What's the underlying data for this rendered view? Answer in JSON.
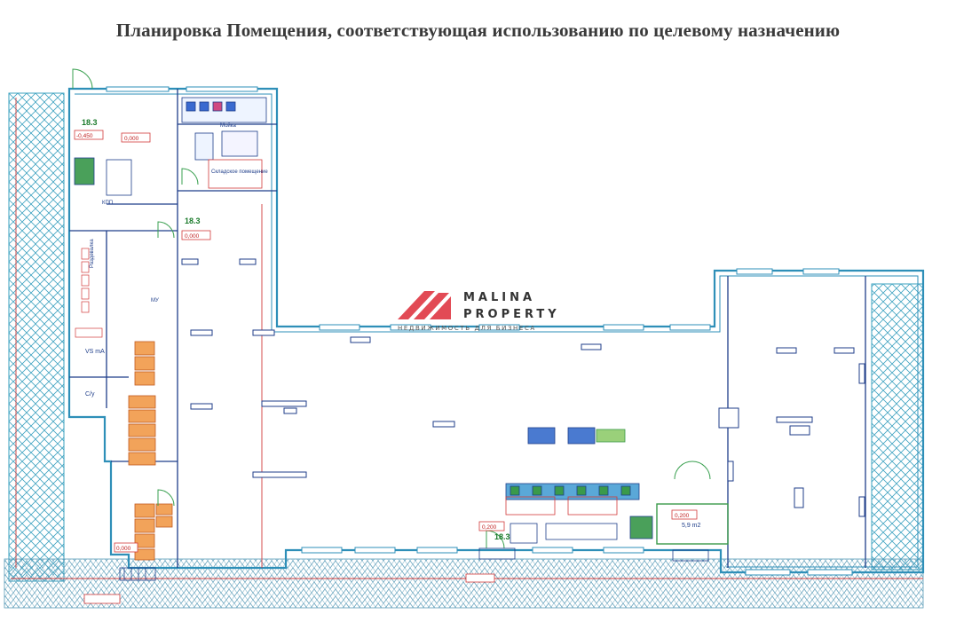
{
  "title": "Планировка Помещения, соответствующая использованию по целевому назначению",
  "logo": {
    "line1": "MALINA",
    "line2": "PROPERTY",
    "line3": "НЕДВИЖИМОСТЬ ДЛЯ БИЗНЕСА",
    "brand_color": "#e24a55"
  },
  "labels": {
    "tag_a": "18.3",
    "tag_b": "18.3",
    "tag_c": "18.3",
    "level_top_left": "-0,450",
    "level_1": "0,000",
    "level_2": "0,000",
    "level_3": "0,000",
    "level_4": "0,200",
    "level_5": "0,200",
    "room_storage": "Складское помещение",
    "room_wc": "С/у",
    "room_wash": "Мойка",
    "room_dressing": "Раздевалка",
    "room_area": "5,9 m2",
    "room_kpp": "КПП",
    "room_wc2": "МУ",
    "room_area2": "VS mA"
  },
  "colors": {
    "wall_blue": "#2e8fb8",
    "hatch": "#3aa0bf",
    "red_line": "#d23a3a",
    "furniture_orange": "#e07a3a",
    "equipment_green": "#3a9a4a"
  }
}
